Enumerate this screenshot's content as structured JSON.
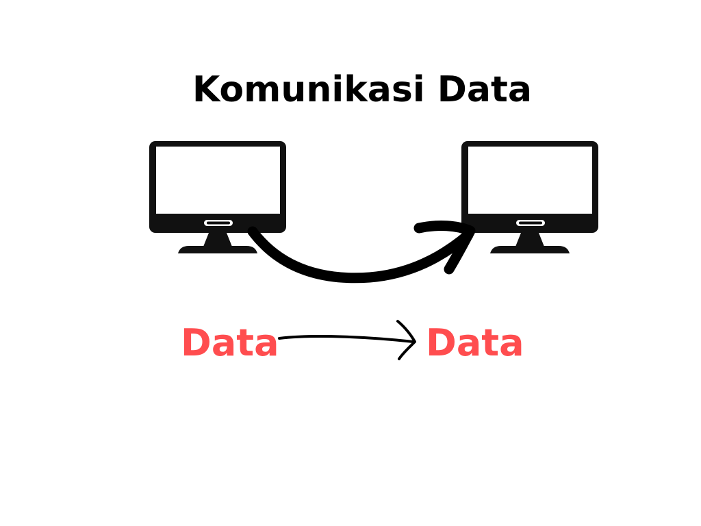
{
  "title": "Komunikasi Data",
  "flow": {
    "source_label": "Data",
    "target_label": "Data"
  },
  "colors": {
    "text": "#000000",
    "accent": "#ff4d4f",
    "icon": "#111111",
    "background": "#ffffff"
  },
  "icons": {
    "sender": "monitor-icon",
    "receiver": "monitor-icon",
    "transfer": "curved-arrow-icon",
    "flow": "arrow-right-icon"
  }
}
